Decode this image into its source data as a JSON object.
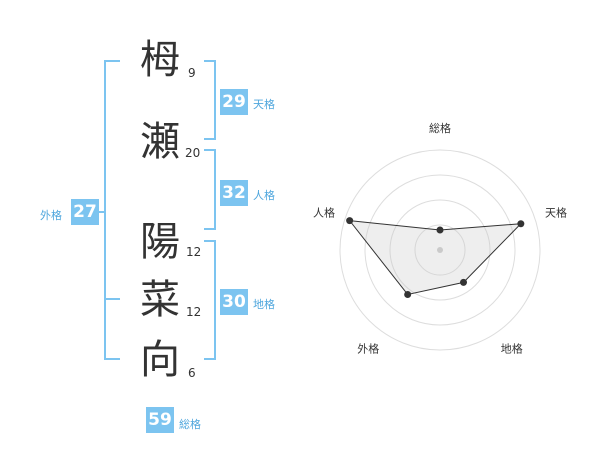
{
  "name_chars": [
    {
      "char": "栂",
      "strokes": "9"
    },
    {
      "char": "瀬",
      "strokes": "20"
    },
    {
      "char": "陽",
      "strokes": "12"
    },
    {
      "char": "菜",
      "strokes": "12"
    },
    {
      "char": "向",
      "strokes": "6"
    }
  ],
  "fortunes": {
    "tenkaku": {
      "value": "29",
      "label": "天格"
    },
    "jinkaku": {
      "value": "32",
      "label": "人格"
    },
    "chikaku": {
      "value": "30",
      "label": "地格"
    },
    "gaikaku": {
      "value": "27",
      "label": "外格"
    },
    "soukaku": {
      "value": "59",
      "label": "総格"
    }
  },
  "colors": {
    "accent": "#7cc4f0",
    "text": "#333333"
  },
  "chart_data": {
    "type": "radar",
    "axes": [
      "総格",
      "天格",
      "地格",
      "外格",
      "人格"
    ],
    "values": [
      0.2,
      0.85,
      0.4,
      0.55,
      0.95
    ],
    "max": 1.0,
    "grid_rings": 4
  }
}
